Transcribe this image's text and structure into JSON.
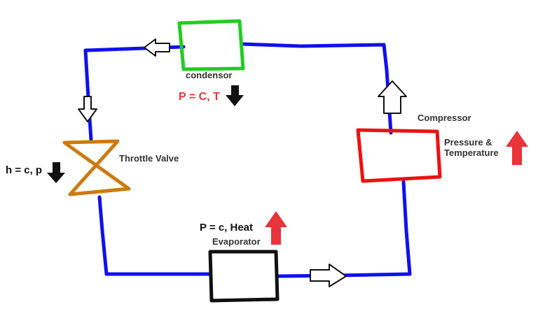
{
  "labels": {
    "condenser": "condensor",
    "condenser_state": "P = C, T",
    "compressor": "Compressor",
    "compressor_state_line1": "Pressure &",
    "compressor_state_line2": "Temperature",
    "throttle": "Throttle Valve",
    "throttle_state": "h = c, p",
    "evaporator_state": "P = c, Heat",
    "evaporator": "Evaporator"
  },
  "colors": {
    "pipe": "#1010ee",
    "condenser": "#22cc22",
    "compressor": "#ee1111",
    "throttle": "#cc7a10",
    "evaporator": "#111111",
    "state_red": "#e8343a",
    "arrow_black": "#111111"
  },
  "icons": {
    "flow_arrow": "outline-arrow-icon",
    "increase": "red-up-arrow-icon",
    "decrease": "black-down-arrow-icon"
  }
}
